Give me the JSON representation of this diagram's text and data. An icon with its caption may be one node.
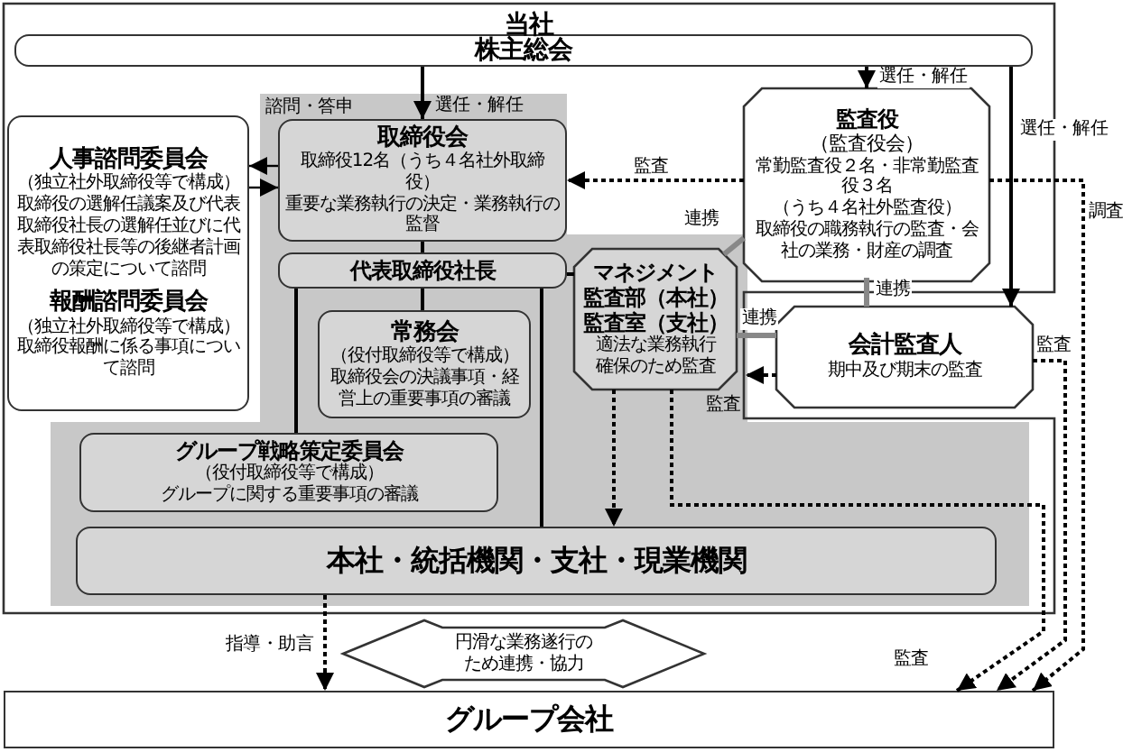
{
  "diagram": {
    "nodes": [
      {
        "text": [
          "当社"
        ]
      },
      {
        "text": [
          "株主総会"
        ],
        "in": 0
      },
      {
        "text": [
          "人事諮問委員会",
          "（独立社外取締役等で構成）",
          "取締役の選解任議案及び代表取締役社長の選解任並びに代表取締役社長等の後継者計画の策定について諮問",
          "報酬諮問委員会",
          "（独立社外取締役等で構成）",
          "取締役報酬に係る事項について諮問"
        ],
        "in": 0
      },
      {
        "text": [
          "取締役会",
          "取締役12名（うち４名社外取締役）",
          "重要な業務執行の決定・業務執行の監督"
        ],
        "in": 0
      },
      {
        "text": [
          "代表取締役社長"
        ],
        "in": 0
      },
      {
        "text": [
          "常務会",
          "（役付取締役等で構成）",
          "取締役会の決議事項・経営上の重要事項の審議"
        ],
        "in": 0
      },
      {
        "text": [
          "グループ戦略策定委員会",
          "（役付取締役等で構成）",
          "グループに関する重要事項の審議"
        ],
        "in": 0
      },
      {
        "text": [
          "マネジメント",
          "監査部（本社）",
          "監査室（支社）",
          "適法な業務執行確保のため監査"
        ],
        "in": 0
      },
      {
        "text": [
          "監査役",
          "（監査役会）",
          "常勤監査役２名・非常勤監査役３名",
          "（うち４名社外監査役）",
          "取締役の職務執行の監査・会社の業務・財産の調査"
        ],
        "in": 0
      },
      {
        "text": [
          "本社・統括機関・支社・現業機関"
        ],
        "in": 0
      },
      {
        "text": [
          "会計監査人",
          "期中及び期末の監査"
        ]
      },
      {
        "text": [
          "円滑な業務遂行のため連携・協力"
        ]
      },
      {
        "text": [
          "グループ会社"
        ]
      }
    ],
    "edges": [
      {
        "from": 1,
        "to": 3,
        "arrow": "to",
        "label": "選任・解任"
      },
      {
        "from": 1,
        "to": 8,
        "arrow": "to",
        "label": "選任・解任"
      },
      {
        "from": 1,
        "to": 10,
        "arrow": "to",
        "label": "選任・解任"
      },
      {
        "from": 3,
        "to": 2,
        "arrow": "to",
        "label": "諮問・答申"
      },
      {
        "from": 2,
        "to": 3,
        "arrow": "to"
      },
      {
        "from": 8,
        "to": 3,
        "arrow": "to",
        "label": "監査",
        "style": "dashed"
      },
      {
        "from": 8,
        "to": 7,
        "arrow": "none",
        "label": "連携",
        "color": "#888888"
      },
      {
        "from": 8,
        "to": 10,
        "arrow": "none",
        "label": "連携",
        "color": "#888888"
      },
      {
        "from": 10,
        "to": 7,
        "arrow": "none",
        "label": "連携",
        "color": "#888888"
      },
      {
        "from": 10,
        "to": 0,
        "arrow": "to",
        "label": "監査",
        "style": "dashed"
      },
      {
        "from": 3,
        "to": 4,
        "arrow": "none"
      },
      {
        "from": 4,
        "to": 5,
        "arrow": "none"
      },
      {
        "from": 4,
        "to": 6,
        "arrow": "none"
      },
      {
        "from": 4,
        "to": 9,
        "arrow": "none"
      },
      {
        "from": 4,
        "to": 7,
        "arrow": "none"
      },
      {
        "from": 7,
        "to": 9,
        "arrow": "to",
        "style": "dashed"
      },
      {
        "from": 7,
        "to": 12,
        "arrow": "to",
        "label": "監査",
        "style": "dashed"
      },
      {
        "from": 10,
        "to": 12,
        "arrow": "to",
        "label": "監査",
        "style": "dashed"
      },
      {
        "from": 8,
        "to": 12,
        "arrow": "to",
        "label": "調査",
        "style": "dashed"
      },
      {
        "from": 9,
        "to": 12,
        "arrow": "to",
        "label": "指導・助言",
        "style": "dashed"
      }
    ]
  }
}
